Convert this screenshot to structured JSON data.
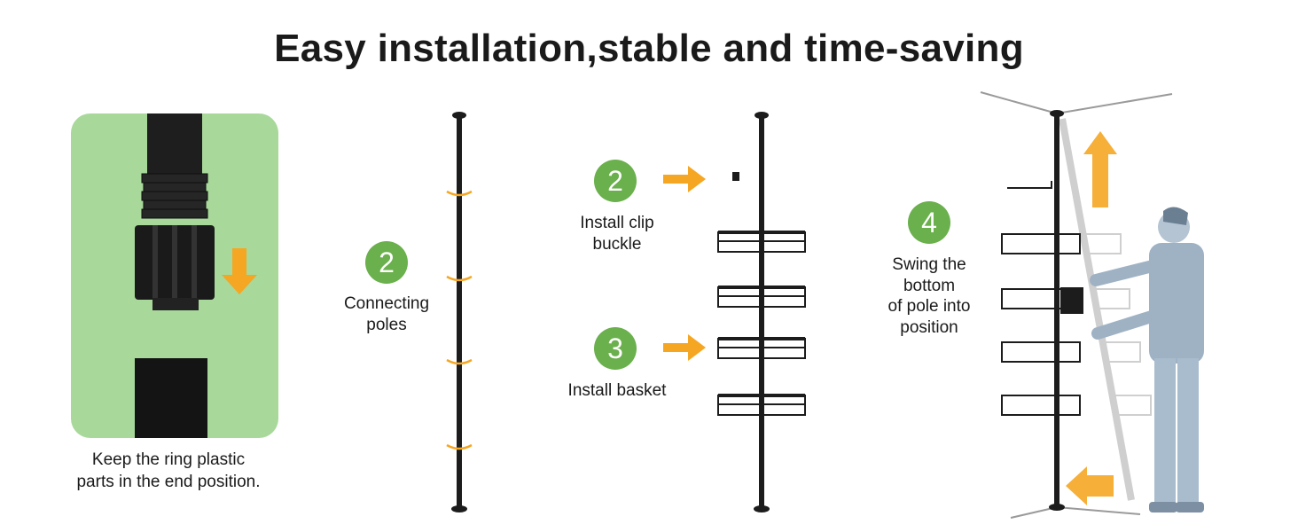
{
  "title": "Easy installation,stable and time-saving",
  "step1": {
    "caption_line1": "Keep the ring plastic",
    "caption_line2": "parts in the end position."
  },
  "step2_poles": {
    "badge": "2",
    "label_line1": "Connecting",
    "label_line2": "poles"
  },
  "step2_clip": {
    "badge": "2",
    "label_line1": "Install clip",
    "label_line2": "buckle"
  },
  "step3": {
    "badge": "3",
    "label": "Install basket"
  },
  "step4": {
    "badge": "4",
    "label_line1": "Swing the",
    "label_line2": "bottom",
    "label_line3": "of pole into",
    "label_line4": "position"
  },
  "colors": {
    "panel_green": "#a8d89a",
    "badge_green": "#6ab04c",
    "arrow_orange": "#f5a623",
    "pole_black": "#1c1c1c"
  }
}
